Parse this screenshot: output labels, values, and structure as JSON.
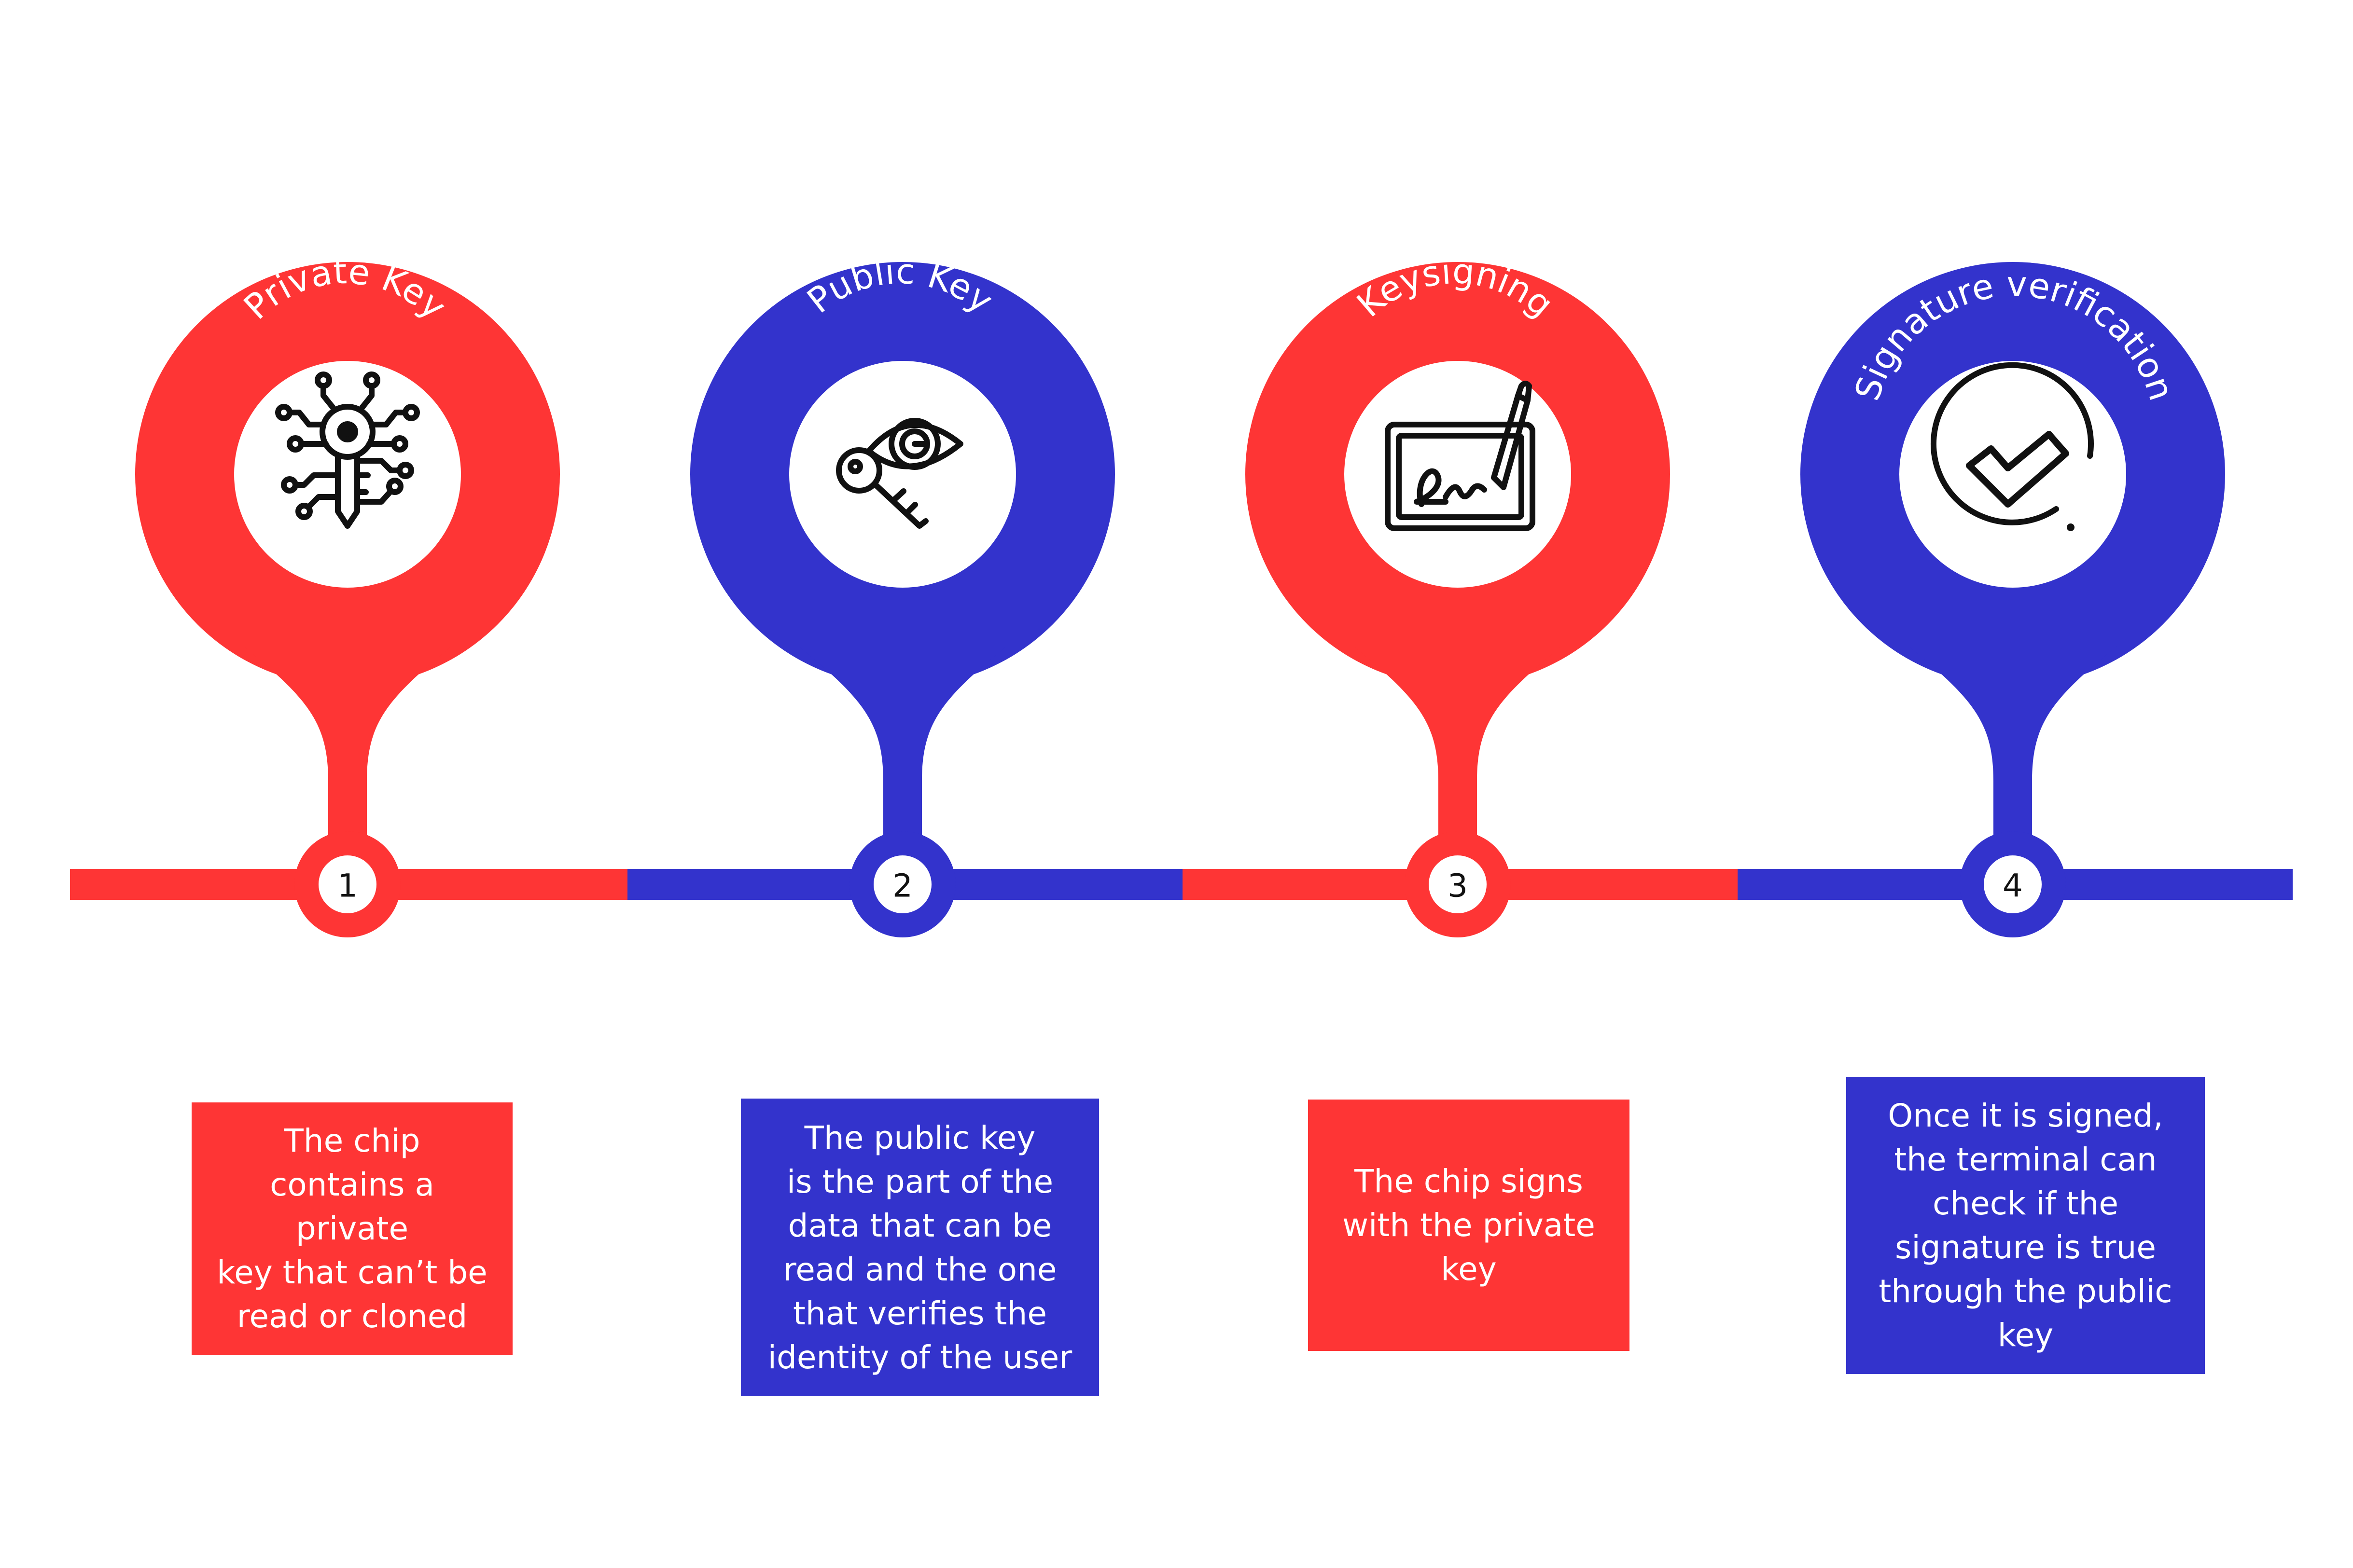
{
  "colors": {
    "red": "#fe3535",
    "blue": "#3333cc",
    "white": "#ffffff",
    "icon": "#111111"
  },
  "steps": [
    {
      "number": "1",
      "title": "Private Key",
      "icon": "circuit-key-icon",
      "color": "red",
      "lines": [
        "The chip",
        "contains a private",
        "key that can’t be",
        "read or cloned"
      ]
    },
    {
      "number": "2",
      "title": "Public Key",
      "icon": "eye-key-icon",
      "color": "blue",
      "lines": [
        "The public key",
        "is the part of the",
        "data that can be",
        "read and the one",
        "that verifies the",
        "identity of the user"
      ]
    },
    {
      "number": "3",
      "title": "Keysigning",
      "icon": "tablet-signature-icon",
      "color": "red",
      "lines": [
        "The chip signs",
        "with the private",
        "key"
      ]
    },
    {
      "number": "4",
      "title": "Signature verification",
      "icon": "check-circle-icon",
      "color": "blue",
      "lines": [
        "Once it is signed,",
        "the terminal can",
        "check if the",
        "signature is true",
        "through the public",
        "key"
      ]
    }
  ]
}
